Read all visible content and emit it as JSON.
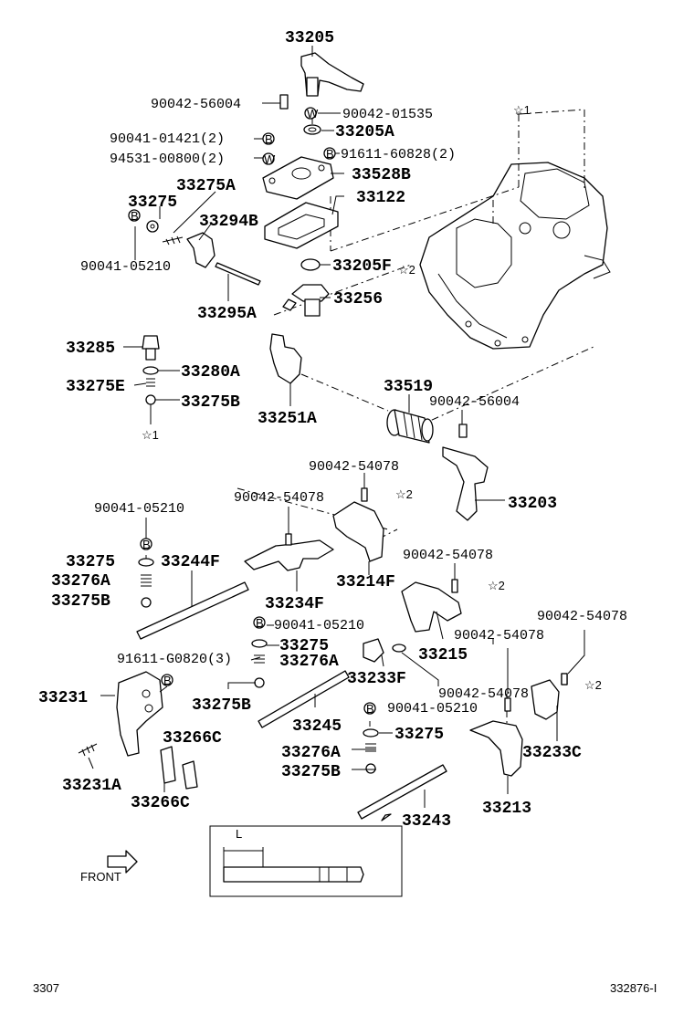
{
  "labels": {
    "p33205": "33205",
    "p90042_56004_top": "90042-56004",
    "p90042_01535": "90042-01535",
    "p90041_01421": "90041-01421(2)",
    "p33205A": "33205A",
    "p94531_00800": "94531-00800(2)",
    "p91611_60828": "91611-60828(2)",
    "p33528B": "33528B",
    "p33275A": "33275A",
    "p33275_top": "33275",
    "p33122": "33122",
    "p33294B": "33294B",
    "p90041_05210_top": "90041-05210",
    "p33205F": "33205F",
    "p33295A": "33295A",
    "p33256": "33256",
    "p33285": "33285",
    "p33280A": "33280A",
    "p33275E": "33275E",
    "p33275B_top": "33275B",
    "p33519": "33519",
    "p90042_56004_mid": "90042-56004",
    "p33251A": "33251A",
    "p90042_54078_a": "90042-54078",
    "p33203": "33203",
    "p90041_05210_left": "90041-05210",
    "p90042_54078_b": "90042-54078",
    "p33275_left": "33275",
    "p33244F": "33244F",
    "p33276A_left": "33276A",
    "p33275B_left": "33275B",
    "p33214F": "33214F",
    "p90042_54078_c": "90042-54078",
    "p33234F": "33234F",
    "p90041_05210_mid": "90041-05210",
    "p90042_54078_d": "90042-54078",
    "p33275_mid": "33275",
    "p91611_G0820": "91611-G0820(3)",
    "p33276A_mid": "33276A",
    "p33215": "33215",
    "p90042_54078_e": "90042-54078",
    "p33231": "33231",
    "p33233F": "33233F",
    "p33275B_mid": "33275B",
    "p90042_54078_f": "90042-54078",
    "p90041_05210_low": "90041-05210",
    "p33245": "33245",
    "p33275_low": "33275",
    "p33266C_a": "33266C",
    "p33233C": "33233C",
    "p33276A_low": "33276A",
    "p33231A": "33231A",
    "p33275B_low": "33275B",
    "p33266C_b": "33266C",
    "p33213": "33213",
    "p33243": "33243"
  },
  "markers": {
    "star1": "☆1",
    "star2": "☆2",
    "circle_b": "B",
    "circle_w": "W"
  },
  "inset": {
    "dimension": "L"
  },
  "front_label": "FRONT",
  "footer": {
    "left": "3307",
    "right": "332876-I"
  }
}
